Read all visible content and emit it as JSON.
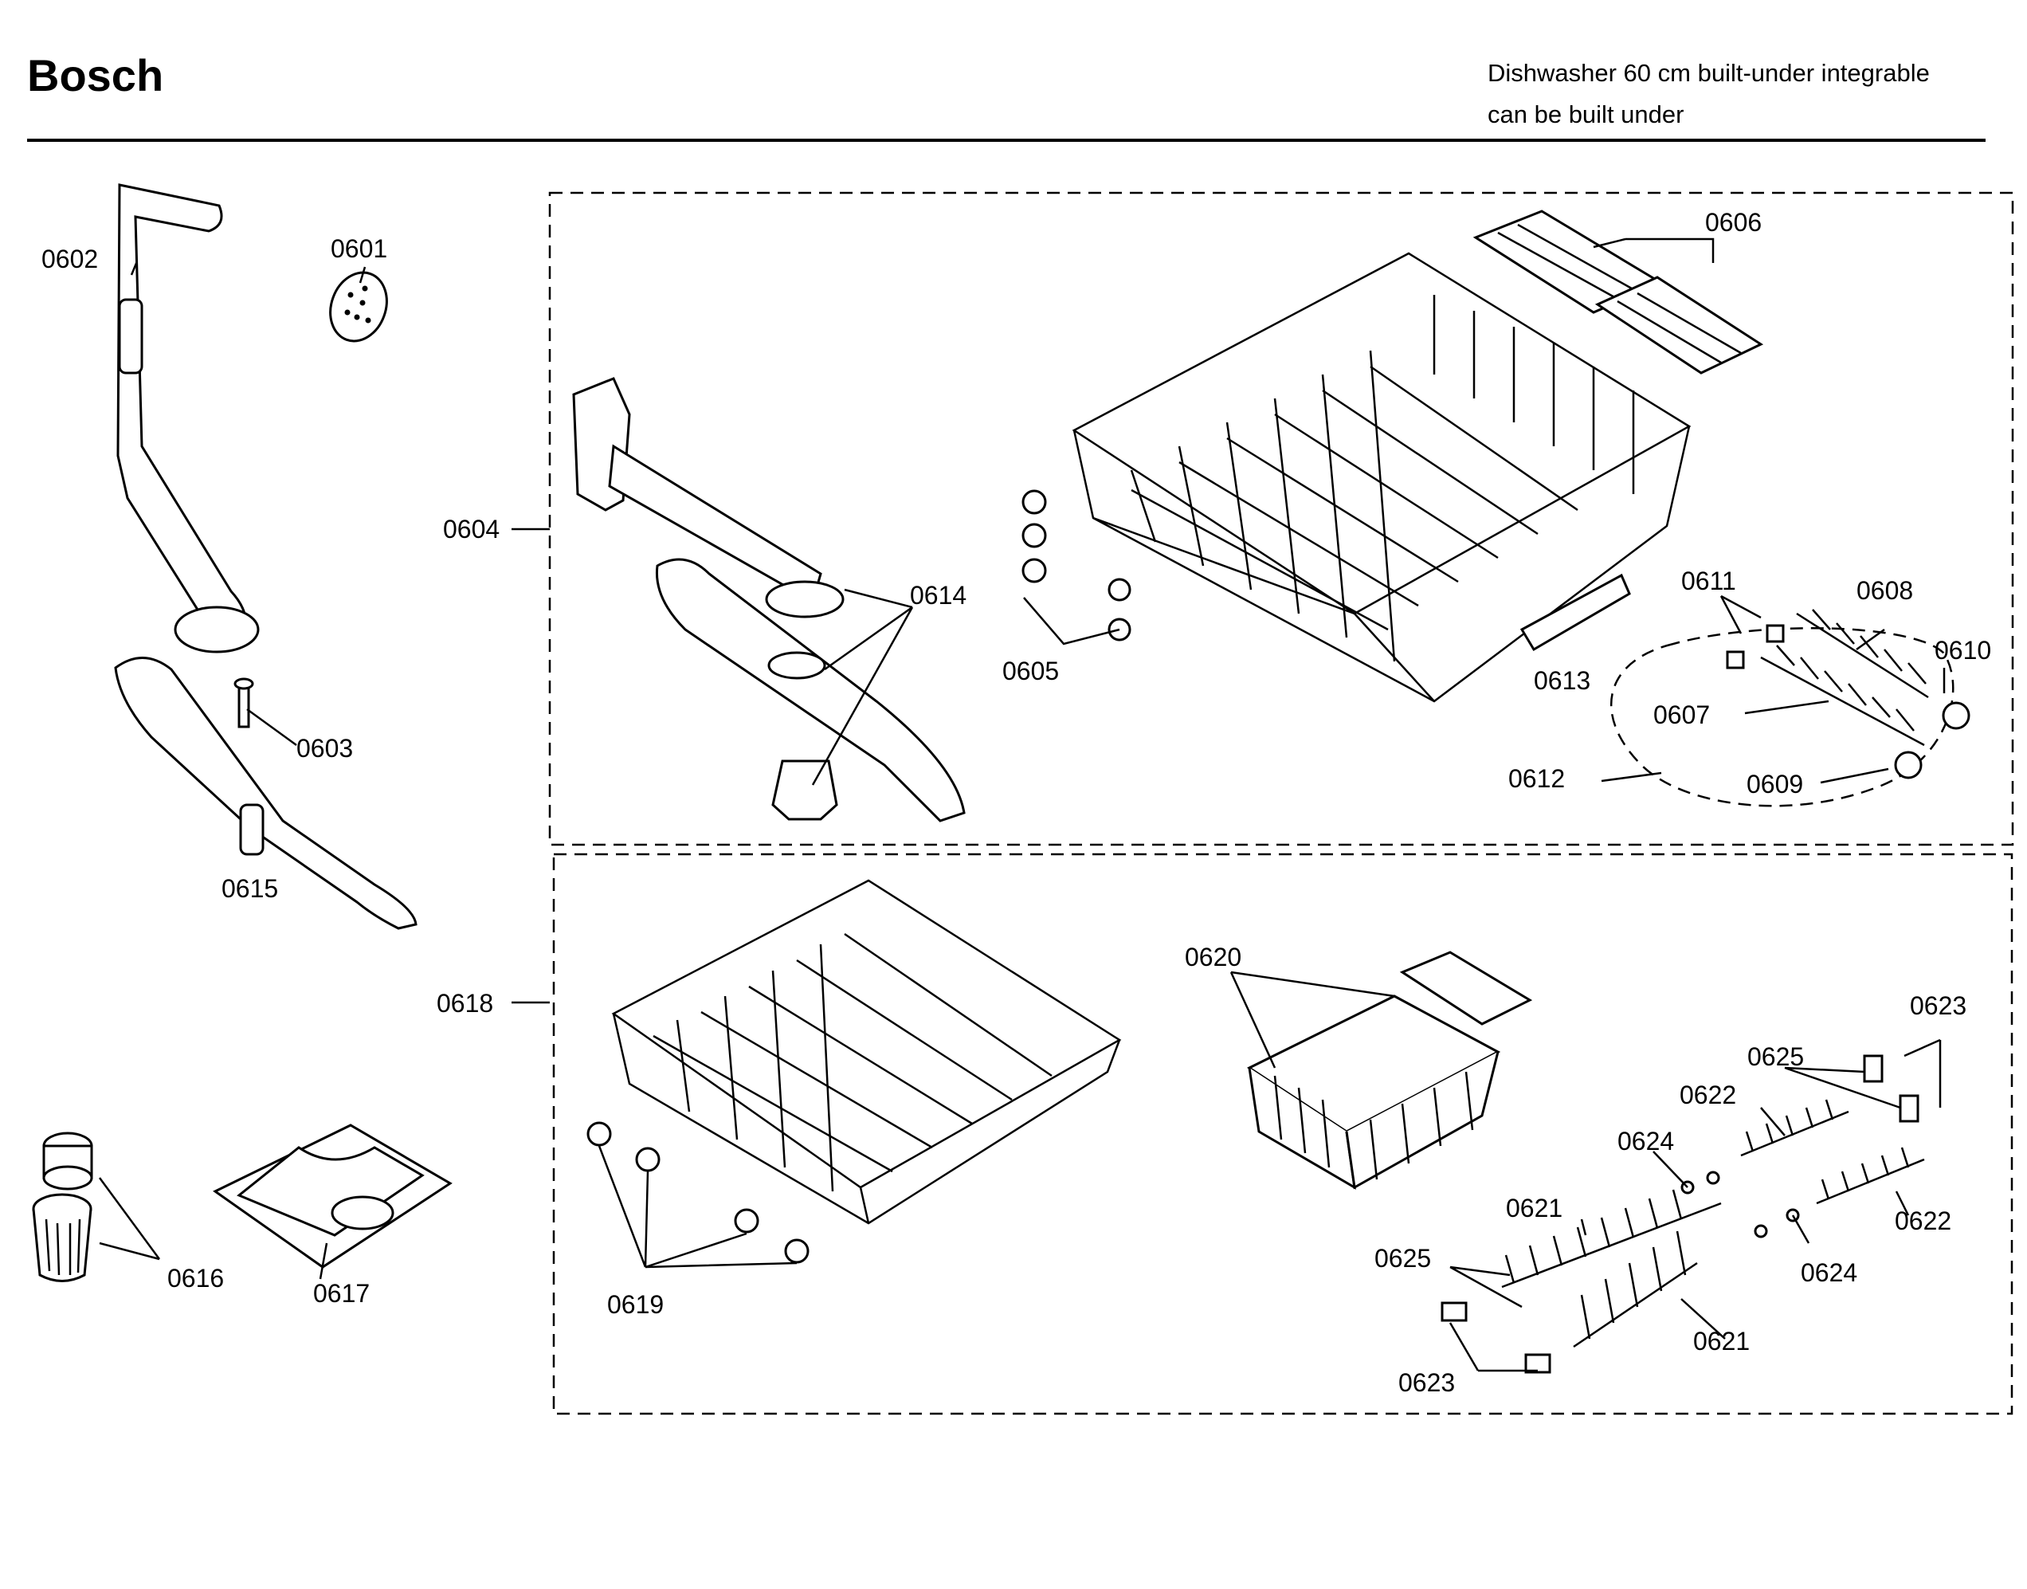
{
  "header": {
    "brand": "Bosch",
    "subtitle_line1": "Dishwasher 60 cm built-under integrable",
    "subtitle_line2": "can be built under"
  },
  "parts": [
    "0601",
    "0602",
    "0603",
    "0604",
    "0605",
    "0606",
    "0607",
    "0608",
    "0609",
    "0610",
    "0611",
    "0612",
    "0613",
    "0614",
    "0615",
    "0616",
    "0617",
    "0618",
    "0619",
    "0620",
    "0621",
    "0622",
    "0623",
    "0624",
    "0625"
  ],
  "callouts": {
    "c0601": "0601",
    "c0602": "0602",
    "c0603": "0603",
    "c0604": "0604",
    "c0605": "0605",
    "c0606": "0606",
    "c0607": "0607",
    "c0608": "0608",
    "c0609": "0609",
    "c0610": "0610",
    "c0611": "0611",
    "c0612": "0612",
    "c0613": "0613",
    "c0614": "0614",
    "c0615": "0615",
    "c0616": "0616",
    "c0617": "0617",
    "c0618": "0618",
    "c0619": "0619",
    "c0620": "0620",
    "c0621a": "0621",
    "c0621b": "0621",
    "c0622a": "0622",
    "c0622b": "0622",
    "c0623a": "0623",
    "c0623b": "0623",
    "c0624a": "0624",
    "c0624b": "0624",
    "c0625a": "0625",
    "c0625b": "0625"
  }
}
